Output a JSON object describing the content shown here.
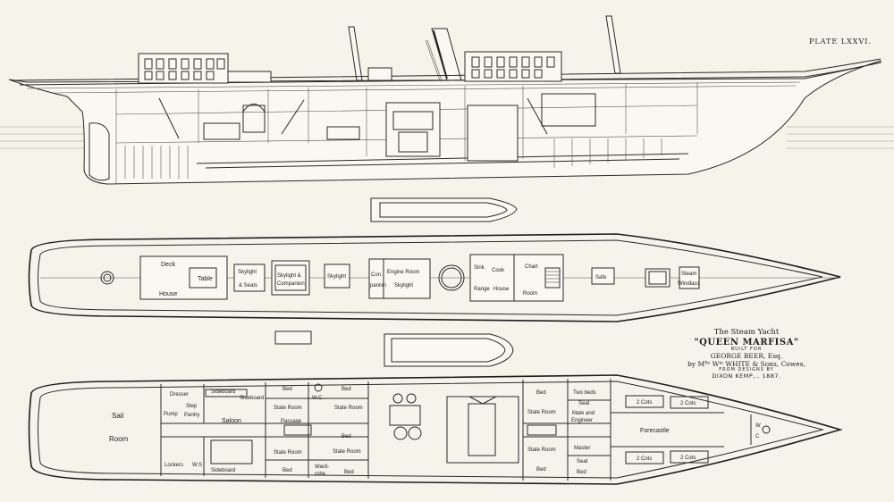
{
  "plate": "PLATE LXXVI.",
  "caption": {
    "line1": "The Steam Yacht",
    "line2": "\"QUEEN MARFISA\"",
    "line3": "BUILT FOR",
    "line4": "GEORGE BEER, Esq.",
    "line5": "by Mᴿˢ Wᵐ WHITE & Sons, Cowes,",
    "line6": "FROM DESIGNS BY",
    "line7": "DIXON KEMP,.. 1887."
  },
  "deck_labels": {
    "deck": "Deck",
    "house": "House",
    "table": "Table",
    "skylight_seats_1": "Skylight",
    "skylight_seats_2": "& Seats",
    "skylight_companion_1": "Skylight &",
    "skylight_companion_2": "Companion",
    "skylight": "Skylight",
    "con": "Con",
    "con2": "panion",
    "engine_room_1": "Engine Room",
    "engine_room_2": "Skylight",
    "sink": "Sink",
    "cook": "Cook",
    "range": "Range",
    "house2": "House",
    "chart": "Chart",
    "room": "Room",
    "safe": "Safe",
    "steam_1": "Steam",
    "steam_2": "Windlass"
  },
  "cabin_labels": {
    "sail": "Sail",
    "sail_room": "Room",
    "dresser": "Dresser",
    "step": "Step",
    "pantry": "Pantry",
    "pump": "Pump",
    "sideboard_top": "Sideboard",
    "sideboard_top2": "Sideboard",
    "saloon": "Saloon",
    "lockers": "Lockers",
    "ws": "W.S",
    "sideboard_bottom": "Sideboard",
    "bed_1": "Bed",
    "state_room_1": "State Room",
    "passage": "Passage",
    "state_room_2": "State Room",
    "bed_2": "Bed",
    "wc_1": "W.C.",
    "bed_3": "Bed",
    "state_room_3": "State Room",
    "bed_4": "Bed",
    "state_room_4": "State Room",
    "wardrobe_1": "Ward-",
    "wardrobe_2": "robe",
    "bed_5": "Bed",
    "bed_6": "Bed",
    "bed_7": "Bed",
    "state_room_5": "State Room",
    "two_beds": "Two beds",
    "seat_1": "Seat",
    "mate_1": "Mate and",
    "mate_2": "Engineer",
    "state_room_6": "State Room",
    "master": "Master",
    "seat_2": "Seat",
    "bed_8": "Bed",
    "cots_1": "2 Cots",
    "cots_2": "2 Cots",
    "cots_3": "2 Cots",
    "cots_4": "2 Cots",
    "forecastle": "Forecastle",
    "wc_2": "W",
    "wc_3": "C"
  }
}
